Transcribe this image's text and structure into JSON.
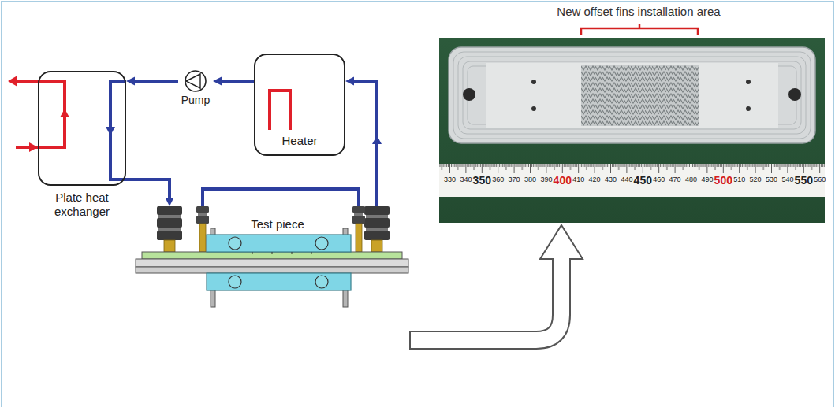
{
  "diagram": {
    "nodes": [
      {
        "text": [
          "Plate heat exchanger"
        ]
      },
      {
        "text": [
          "Pump"
        ]
      },
      {
        "text": [
          "Heater"
        ]
      },
      {
        "text": [
          "Test piece"
        ]
      },
      {
        "text": [
          "New offset fins installation area"
        ]
      }
    ],
    "edges": [
      {
        "from": 2,
        "to": 1,
        "arrow": "to"
      },
      {
        "from": 1,
        "to": 0,
        "arrow": "to"
      },
      {
        "from": 0,
        "to": 3,
        "arrow": "to"
      },
      {
        "from": 3,
        "to": 2,
        "arrow": "to"
      },
      {
        "from": 3,
        "to": 4,
        "arrow": "to"
      }
    ],
    "labels": [
      "330",
      "340",
      "350",
      "360",
      "370",
      "380",
      "390",
      "400",
      "410",
      "420",
      "430",
      "440",
      "450",
      "460",
      "470",
      "480",
      "490",
      "500",
      "510",
      "520",
      "530",
      "540",
      "550",
      "560"
    ]
  }
}
